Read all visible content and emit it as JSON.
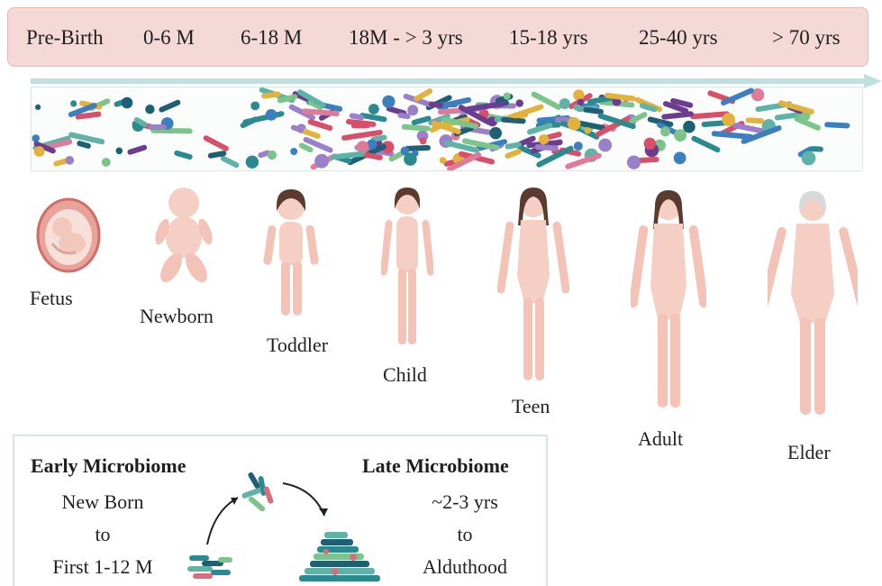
{
  "age_bar": {
    "labels": [
      "Pre-Birth",
      "0-6 M",
      "6-18 M",
      "18M - > 3 yrs",
      "15-18 yrs",
      "25-40 yrs",
      "> 70 yrs"
    ]
  },
  "stages": [
    {
      "label": "Fetus"
    },
    {
      "label": "Newborn"
    },
    {
      "label": "Toddler"
    },
    {
      "label": "Child"
    },
    {
      "label": "Teen"
    },
    {
      "label": "Adult"
    },
    {
      "label": "Elder"
    }
  ],
  "microbiome_box": {
    "early_heading": "Early Microbiome",
    "early_lines": [
      "New Born",
      "to",
      "First 1-12 M"
    ],
    "late_heading": "Late Microbiome",
    "late_lines": [
      "~2-3 yrs",
      "to",
      "Alduthood"
    ]
  },
  "colors": {
    "age_bar_fill": "#f4d9d6",
    "timeline_arrow": "#bfe0de",
    "skin": "#f6cfc4",
    "hair": "#5a3b30",
    "elder_hair": "#d9d9d9"
  }
}
